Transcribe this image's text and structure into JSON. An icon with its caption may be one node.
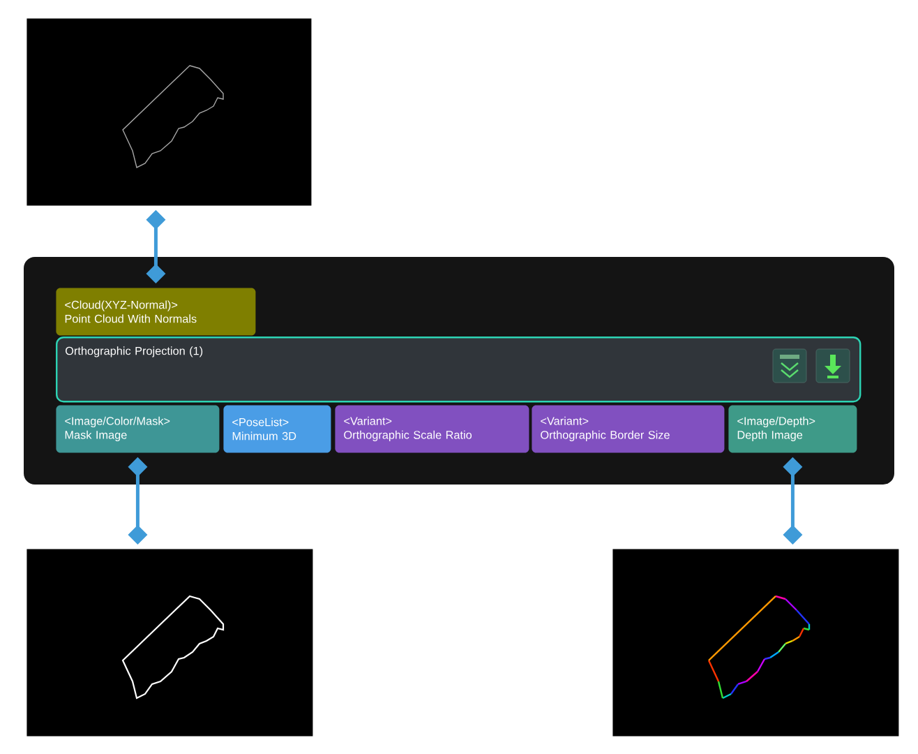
{
  "diagram": {
    "nodes": [
      {
        "text": [],
        "shape": "picture"
      },
      {
        "text": [
          "<Cloud(XYZ-Normal)>",
          "Point Cloud With Normals"
        ]
      },
      {
        "text": [
          "Orthographic Projection (1)"
        ]
      },
      {
        "text": [
          "<Image/Color/Mask>",
          "Mask Image"
        ]
      },
      {
        "text": [
          "<PoseList>",
          "Minimum 3D"
        ]
      },
      {
        "text": [
          "<Variant>",
          "Orthographic Scale Ratio"
        ]
      },
      {
        "text": [
          "<Variant>",
          "Orthographic Border Size"
        ]
      },
      {
        "text": [
          "<Image/Depth>",
          "Depth Image"
        ]
      },
      {
        "text": [],
        "shape": "picture"
      },
      {
        "text": [],
        "shape": "picture"
      }
    ],
    "edges": [
      {
        "from": 0,
        "to": 1,
        "arrow": "other"
      },
      {
        "from": 3,
        "to": 8,
        "arrow": "other"
      },
      {
        "from": 7,
        "to": 9,
        "arrow": "other"
      }
    ]
  }
}
